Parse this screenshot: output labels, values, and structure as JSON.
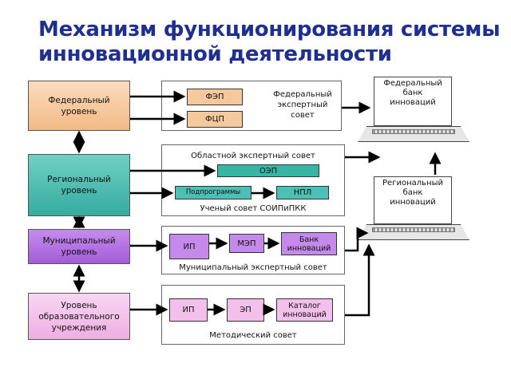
{
  "title": "Механизм функционирования системы инновационной деятельности",
  "levels": {
    "federal": "Федеральный уровень",
    "regional": "Региональный уровень",
    "municipal": "Муниципальный уровень",
    "institution": "Уровень образовательного учреждения"
  },
  "federal_group": {
    "fep": "ФЭП",
    "fcp": "ФЦП",
    "council": "Федеральный экспертный совет"
  },
  "regional_group": {
    "council_top": "Областной экспертный совет",
    "oep": "ОЭП",
    "subprograms": "Подпрограммы",
    "npl": "НПЛ",
    "council_bottom": "Ученый совет СОИПиПКК"
  },
  "municipal_group": {
    "ip": "ИП",
    "mep": "МЭП",
    "bank": "Банк инноваций",
    "council": "Муниципальный экспертный совет"
  },
  "institution_group": {
    "ip": "ИП",
    "ep": "ЭП",
    "catalog": "Каталог инноваций",
    "council": "Методический совет"
  },
  "laptops": {
    "federal_bank": "Федеральный банк инноваций",
    "regional_bank": "Региональный банк инноваций"
  },
  "colors": {
    "title": "#1f2f8f",
    "federal": "#f6c99d",
    "regional": "#4fc0b4",
    "municipal": "#b36ee2",
    "institution": "#f2c0ea",
    "oep": "#39b5a6",
    "npl": "#4cc0b4",
    "purple_small": "#c489ea",
    "pink_small": "#f2c0ea"
  }
}
